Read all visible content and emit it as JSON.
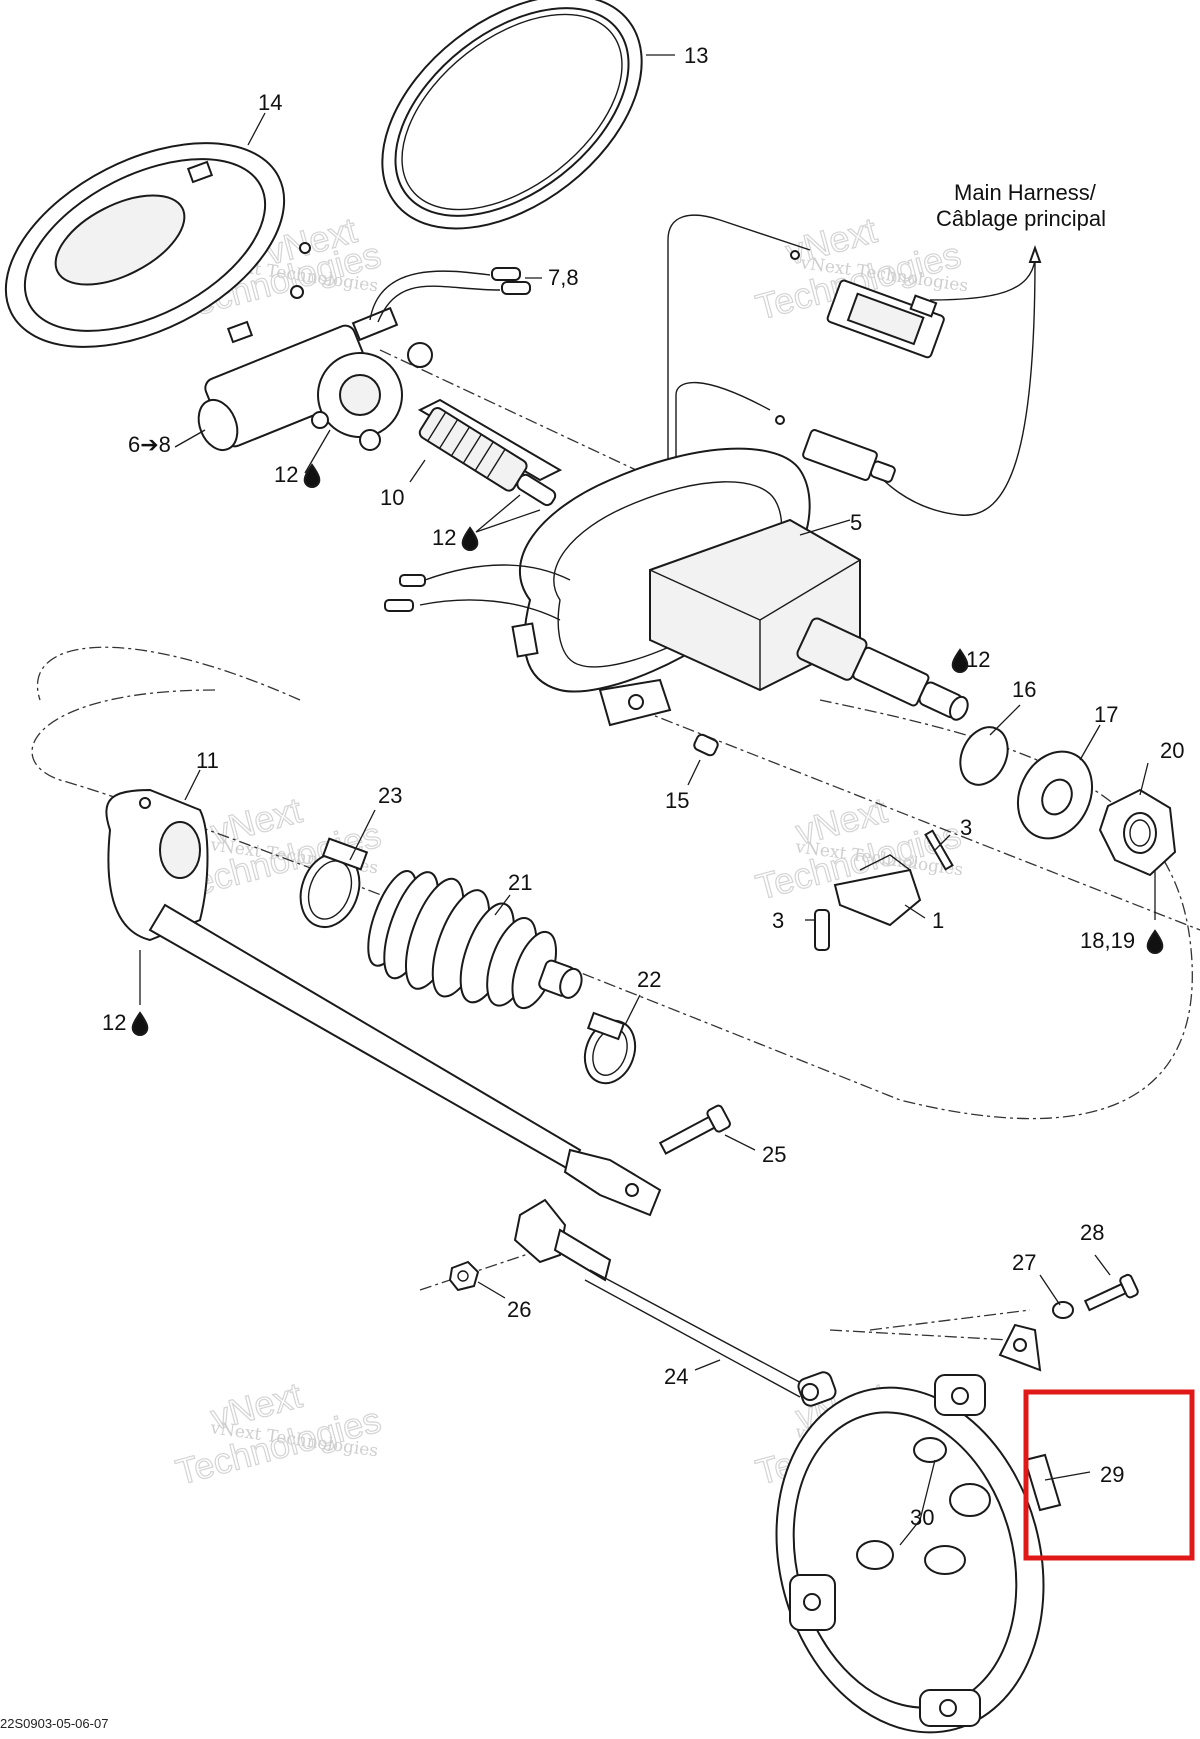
{
  "diagram": {
    "callouts": [
      {
        "id": "c13",
        "text": "13"
      },
      {
        "id": "c14",
        "text": "14"
      },
      {
        "id": "c78",
        "text": "7,8"
      },
      {
        "id": "c68",
        "text": "6➔8"
      },
      {
        "id": "c12a",
        "text": "12"
      },
      {
        "id": "c10",
        "text": "10"
      },
      {
        "id": "c12b",
        "text": "12"
      },
      {
        "id": "c5",
        "text": "5"
      },
      {
        "id": "c12c",
        "text": "12"
      },
      {
        "id": "c16",
        "text": "16"
      },
      {
        "id": "c17",
        "text": "17"
      },
      {
        "id": "c20",
        "text": "20"
      },
      {
        "id": "c15",
        "text": "15"
      },
      {
        "id": "c11",
        "text": "11"
      },
      {
        "id": "c23",
        "text": "23"
      },
      {
        "id": "c21",
        "text": "21"
      },
      {
        "id": "c3a",
        "text": "3"
      },
      {
        "id": "c3b",
        "text": "3"
      },
      {
        "id": "c1",
        "text": "1"
      },
      {
        "id": "c1819",
        "text": "18,19"
      },
      {
        "id": "c12d",
        "text": "12"
      },
      {
        "id": "c22",
        "text": "22"
      },
      {
        "id": "c25",
        "text": "25"
      },
      {
        "id": "c28",
        "text": "28"
      },
      {
        "id": "c27",
        "text": "27"
      },
      {
        "id": "c26",
        "text": "26"
      },
      {
        "id": "c24",
        "text": "24"
      },
      {
        "id": "c29",
        "text": "29"
      },
      {
        "id": "c30",
        "text": "30"
      }
    ],
    "harness_label_line1": "Main Harness/",
    "harness_label_line2": "Câblage principal",
    "watermark_small": "vNext Technologies",
    "watermark_big_1": "vNext",
    "watermark_big_2": "Technologies",
    "drawing_code": "22S0903-05-06-07",
    "highlight_color": "#e01818",
    "highlighted_callout": "29",
    "lube_icon": "oil-drop-icon"
  }
}
